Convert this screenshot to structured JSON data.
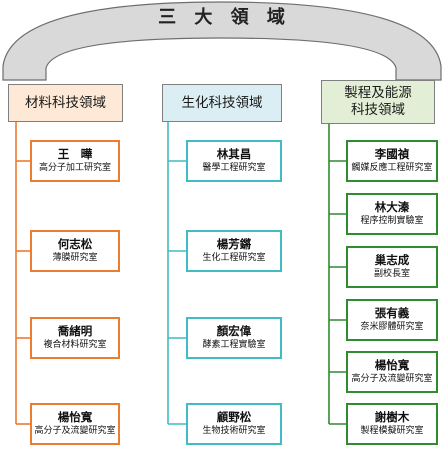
{
  "title": "三 大 領 域",
  "colors": {
    "arch_fill": "#d9d9d9",
    "arch_stroke": "#6e6e6e",
    "materials": "#ec7c30",
    "biotech": "#42bcc4",
    "process": "#2f8c2f",
    "head_materials": "#fde9d6",
    "head_biotech": "#daeef3",
    "head_process": "#e2efd6"
  },
  "columns": [
    {
      "heading": "材料科技領域",
      "members": [
        {
          "name": "王　曄",
          "lab": "高分子加工研究室"
        },
        {
          "name": "何志松",
          "lab": "薄膜研究室"
        },
        {
          "name": "喬緒明",
          "lab": "複合材料研究室"
        },
        {
          "name": "楊怡寬",
          "lab": "高分子及流變研究室"
        }
      ]
    },
    {
      "heading": "生化科技領域",
      "members": [
        {
          "name": "林其昌",
          "lab": "醫學工程研究室"
        },
        {
          "name": "楊芳鏘",
          "lab": "生化工程研究室"
        },
        {
          "name": "顏宏偉",
          "lab": "酵素工程實驗室"
        },
        {
          "name": "顧野松",
          "lab": "生物技術研究室"
        }
      ]
    },
    {
      "heading": "製程及能源\n科技領域",
      "members": [
        {
          "name": "李國禎",
          "lab": "觸媒反應工程研究室"
        },
        {
          "name": "林大溱",
          "lab": "程序控制實驗室"
        },
        {
          "name": "巢志成",
          "lab": "副校長室"
        },
        {
          "name": "張有義",
          "lab": "奈米膠體研究室"
        },
        {
          "name": "楊怡寬",
          "lab": "高分子及流變研究室"
        },
        {
          "name": "謝樹木",
          "lab": "製程模擬研究室"
        }
      ]
    }
  ]
}
